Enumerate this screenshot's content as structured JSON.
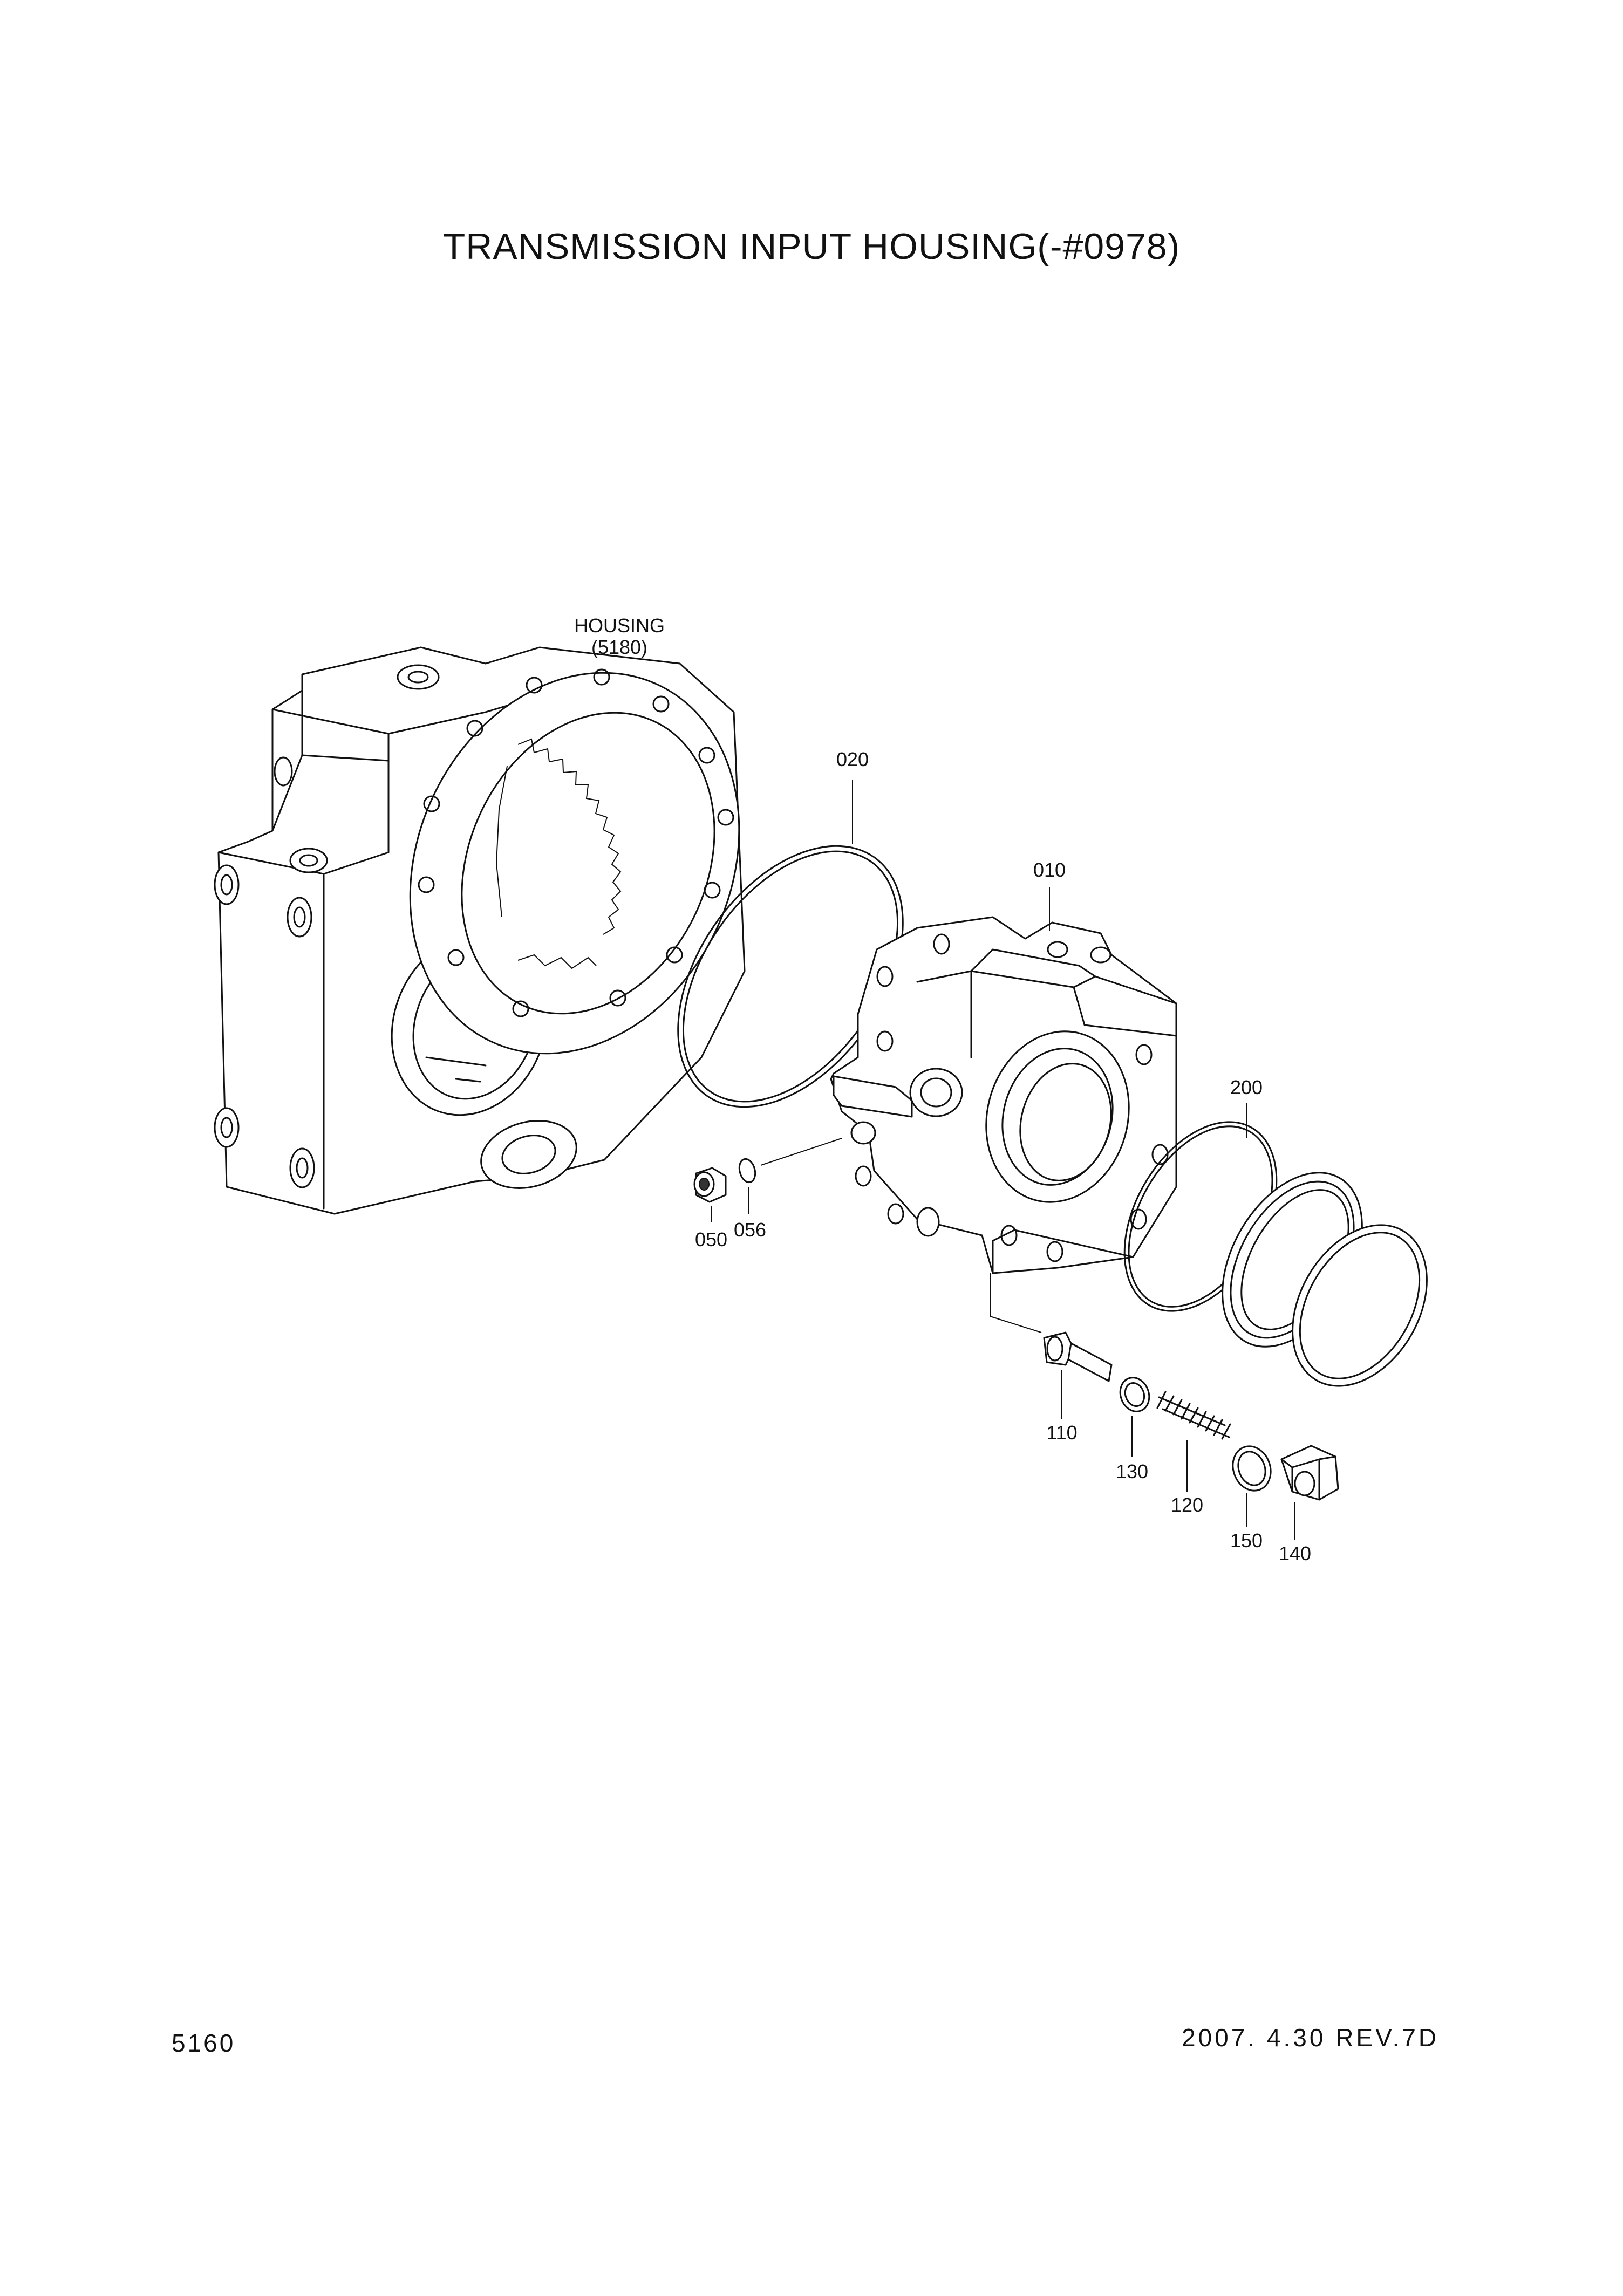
{
  "title": "TRANSMISSION INPUT HOUSING(-#0978)",
  "page_number": "5160",
  "revision": "2007. 4.30  REV.7D",
  "reference_label": {
    "name": "HOUSING",
    "ref": "(5180)"
  },
  "parts": [
    {
      "id": "p020",
      "label": "020"
    },
    {
      "id": "p010",
      "label": "010"
    },
    {
      "id": "p200",
      "label": "200"
    },
    {
      "id": "p050",
      "label": "050"
    },
    {
      "id": "p056",
      "label": "056"
    },
    {
      "id": "p110",
      "label": "110"
    },
    {
      "id": "p130",
      "label": "130"
    },
    {
      "id": "p120",
      "label": "120"
    },
    {
      "id": "p150",
      "label": "150"
    },
    {
      "id": "p140",
      "label": "140"
    }
  ]
}
